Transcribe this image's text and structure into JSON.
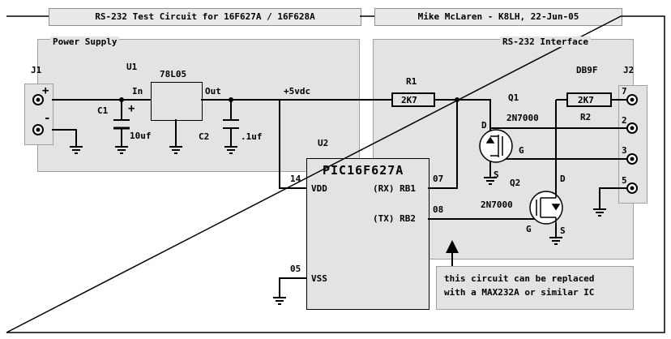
{
  "header": {
    "left_title": "RS-232 Test Circuit for 16F627A / 16F628A",
    "right_title": "Mike McLaren - K8LH, 22-Jun-05"
  },
  "sections": {
    "power_supply": "Power Supply",
    "rs232_interface": "RS-232 Interface"
  },
  "connectors": {
    "j1": {
      "ref": "J1",
      "plus": "+",
      "minus": "-"
    },
    "j2": {
      "ref": "J2",
      "type": "DB9F",
      "pins": [
        "7",
        "2",
        "3",
        "5"
      ]
    }
  },
  "regulator": {
    "ref": "U1",
    "part": "78L05",
    "in_label": "In",
    "out_label": "Out"
  },
  "capacitors": {
    "c1": {
      "ref": "C1",
      "value": "10uf",
      "polarity": "+"
    },
    "c2": {
      "ref": "C2",
      "value": ".1uf"
    }
  },
  "supply_label": "+5vdc",
  "resistors": {
    "r1": {
      "ref": "R1",
      "value": "2K7"
    },
    "r2": {
      "ref": "R2",
      "value": "2K7"
    }
  },
  "transistors": {
    "q1": {
      "ref": "Q1",
      "part": "2N7000",
      "d": "D",
      "g": "G",
      "s": "S"
    },
    "q2": {
      "ref": "Q2",
      "part": "2N7000",
      "d": "D",
      "g": "G",
      "s": "S"
    }
  },
  "mcu": {
    "ref": "U2",
    "part": "PIC16F627A",
    "pins": {
      "vdd": {
        "num": "14",
        "name": "VDD"
      },
      "rb1": {
        "num": "07",
        "name": "(RX) RB1"
      },
      "rb2": {
        "num": "08",
        "name": "(TX) RB2"
      },
      "vss": {
        "num": "05",
        "name": "VSS"
      }
    }
  },
  "note": {
    "line1": "this circuit can be replaced",
    "line2": "with a MAX232A or similar IC"
  },
  "colors": {
    "background": "#ffffff",
    "panel": "#e3e3e3",
    "wire": "#000000"
  }
}
